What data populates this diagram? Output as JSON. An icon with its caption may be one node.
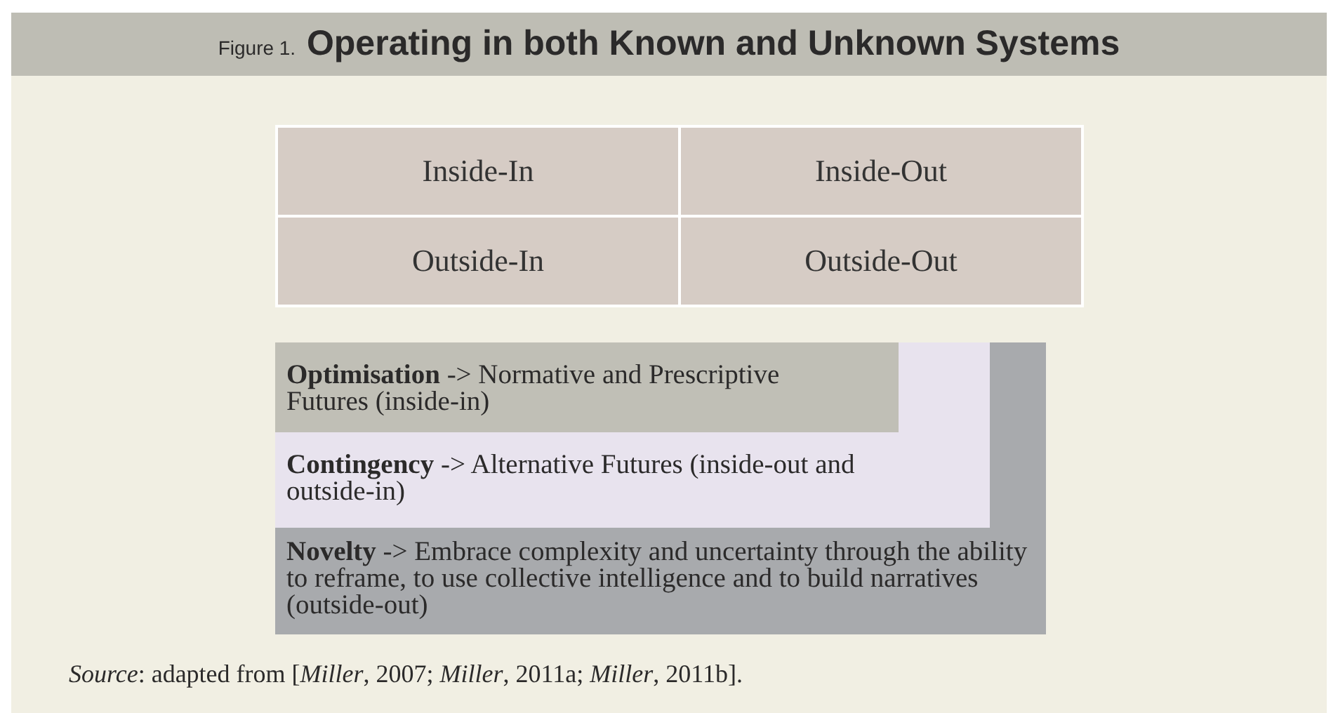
{
  "diagram": {
    "title": "Figure 1. **Operating in both Known and Unknown Systems**",
    "nodes": [
      {
        "text": [
          "Inside-In"
        ]
      },
      {
        "text": [
          "Inside-Out"
        ]
      },
      {
        "text": [
          "Outside-In"
        ]
      },
      {
        "text": [
          "Outside-Out"
        ]
      },
      {
        "text": [
          "**Novelty** -> Embrace complexity and uncertainty through the ability to reframe, to use collective intelligence and to build narratives (outside-out)"
        ]
      },
      {
        "text": [
          "**Contingency** -> Alternative Futures (inside-out and outside-in)"
        ],
        "in": 4
      },
      {
        "text": [
          "**Optimisation** -> Normative and Prescriptive Futures (inside-in)"
        ],
        "in": 5
      }
    ],
    "caption": "*Source*: adapted from [*Miller*, 2007; *Miller*, 2011a; *Miller*, 2011b]."
  }
}
